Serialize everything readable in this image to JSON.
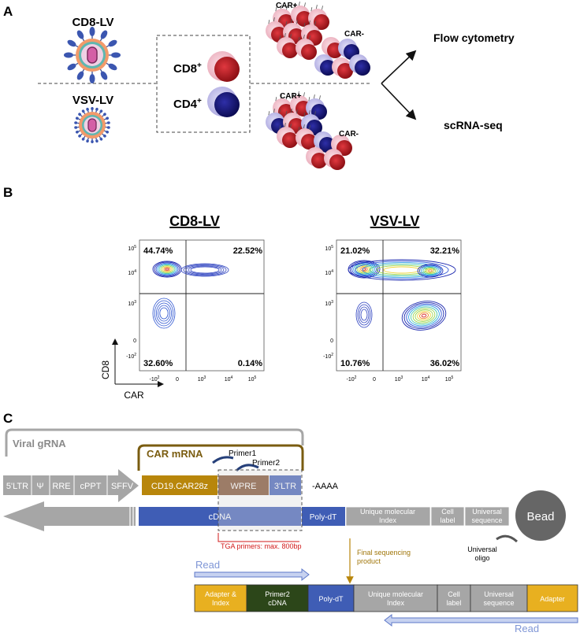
{
  "panelA": {
    "letter": "A",
    "cd8lv_label": "CD8-LV",
    "vsvlv_label": "VSV-LV",
    "cd8_cell": "CD8",
    "cd4_cell": "CD4",
    "sup_plus": "+",
    "car_plus": "CAR+",
    "car_minus": "CAR-",
    "flow": "Flow cytometry",
    "scrna": "scRNA-seq",
    "colors": {
      "cd8": "#b41c22",
      "cd4": "#1a1a7a",
      "pink": "#f2b6c4",
      "lavender": "#b9b6e6"
    }
  },
  "panelB": {
    "letter": "B",
    "cd8lv_title": "CD8-LV",
    "vsvlv_title": "VSV-LV",
    "y_axis": "CD8",
    "x_axis": "CAR",
    "cd8lv_quadrants": {
      "ul": "44.74%",
      "ur": "22.52%",
      "ll": "32.60%",
      "lr": "0.14%"
    },
    "vsvlv_quadrants": {
      "ul": "21.02%",
      "ur": "32.21%",
      "ll": "10.76%",
      "lr": "36.02%"
    },
    "y_ticks": [
      {
        "base": "10",
        "exp": "5"
      },
      {
        "base": "10",
        "exp": "4"
      },
      {
        "base": "10",
        "exp": "3"
      },
      {
        "base": "0",
        "exp": ""
      },
      {
        "base": "-10",
        "exp": "2"
      }
    ],
    "x_ticks": [
      {
        "base": "-10",
        "exp": "2"
      },
      {
        "base": "0",
        "exp": ""
      },
      {
        "base": "10",
        "exp": "3"
      },
      {
        "base": "10",
        "exp": "4"
      },
      {
        "base": "10",
        "exp": "5"
      }
    ]
  },
  "panelC": {
    "letter": "C",
    "viral_grna": "Viral gRNA",
    "car_mrna": "CAR mRNA",
    "primer1": "Primer1",
    "primer2": "Primer2",
    "ltr5": "5'LTR",
    "psi": "Ψ",
    "rre": "RRE",
    "cppt": "cPPT",
    "sffv": "SFFV",
    "cd19": "CD19.CAR28z",
    "wpre": "WPRE",
    "ltr3": "3'LTR",
    "aaaa": "-AAAA",
    "cdna": "cDNA",
    "polydt": "Poly-dT",
    "umi_line1": "Unique molecular",
    "umi_line2": "Index",
    "cell_line1": "Cell",
    "cell_line2": "label",
    "univ_line1": "Universal",
    "univ_line2": "sequence",
    "bead": "Bead",
    "univ_oligo_line1": "Universal",
    "univ_oligo_line2": "oligo",
    "tga": "TGA primers: max. 800bp",
    "final_line1": "Final sequencing",
    "final_line2": "product",
    "read": "Read",
    "adapter_index_line1": "Adapter &",
    "adapter_index_line2": "Index",
    "primer2_cdna_line1": "Primer2",
    "primer2_cdna_line2": "cDNA",
    "adapter": "Adapter",
    "colors": {
      "grey": "#a6a6a6",
      "gold": "#b8860b",
      "brown": "#7b4a2a",
      "blue": "#3f5db5",
      "darkgreen": "#2c4619",
      "yellow": "#e8b020",
      "beadgrey": "#666666"
    }
  }
}
